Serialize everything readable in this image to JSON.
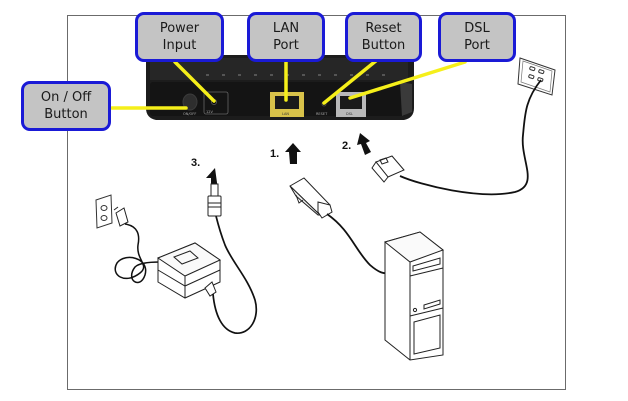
{
  "diagram": {
    "title": "Router connection diagram",
    "callouts": [
      {
        "id": "on-off",
        "line1": "On / Off",
        "line2": "Button"
      },
      {
        "id": "power",
        "line1": "Power",
        "line2": "Input"
      },
      {
        "id": "lan",
        "line1": "LAN",
        "line2": "Port"
      },
      {
        "id": "reset",
        "line1": "Reset",
        "line2": "Button"
      },
      {
        "id": "dsl",
        "line1": "DSL",
        "line2": "Port"
      }
    ],
    "steps": [
      {
        "label": "1.",
        "target": "LAN Port",
        "device": "Computer (Ethernet cable)"
      },
      {
        "label": "2.",
        "target": "DSL Port",
        "device": "Phone wall jack (DSL cable)"
      },
      {
        "label": "3.",
        "target": "Power Input",
        "device": "Power adapter"
      }
    ],
    "router_port_labels": [
      "ON/OFF",
      "12V",
      "LAN",
      "RESET",
      "DSL"
    ],
    "colors": {
      "callout_fill": "#c4c4c4",
      "callout_border": "#1a1ad6",
      "leader_line": "#f5ef1a",
      "router_body": "#1e1e1e",
      "lan_port_highlight": "#d8c24a",
      "frame_border": "#6b6b6b"
    }
  }
}
